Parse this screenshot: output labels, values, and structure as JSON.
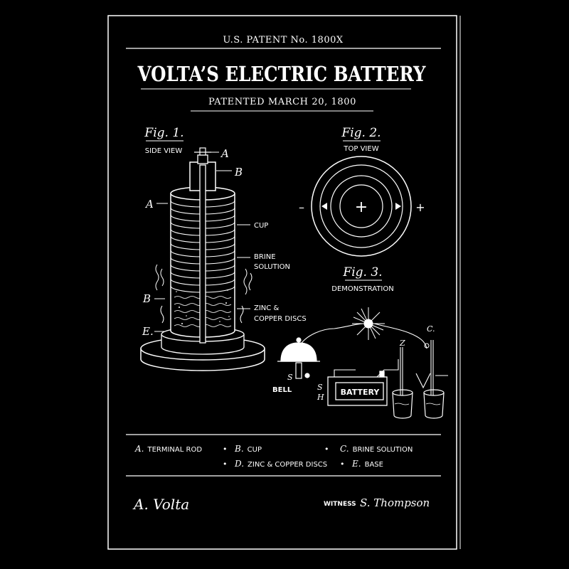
{
  "header": {
    "patent_number": "U.S. PATENT No. 1800X",
    "title": "VOLTA’S ELECTRIC BATTERY",
    "patent_date": "PATENTED MARCH 20, 1800"
  },
  "fig1": {
    "title": "Fig. 1.",
    "subtitle": "SIDE VIEW",
    "labels": {
      "a_top": "A",
      "b_top": "B",
      "a_left": "A",
      "b_left": "B",
      "e_left": "E.",
      "cup": "CUP",
      "brine_1": "BRINE",
      "brine_2": "SOLUTION",
      "zinc_1": "ZINC &",
      "zinc_2": "COPPER DISCS"
    }
  },
  "fig2": {
    "title": "Fig. 2.",
    "subtitle": "TOP VIEW",
    "minus": "–",
    "plus": "+",
    "center": "+"
  },
  "fig3": {
    "title": "Fig. 3.",
    "subtitle": "DEMONSTRATION",
    "bell": "BELL",
    "battery": "BATTERY",
    "s_top": "S",
    "sh_s": "S",
    "sh_h": "H",
    "z": "Z",
    "c": "C."
  },
  "legend": {
    "row1": [
      {
        "letter": "A.",
        "text": "TERMINAL ROD"
      },
      {
        "letter": "B.",
        "text": "CUP"
      },
      {
        "letter": "C.",
        "text": "BRINE SOLUTION"
      }
    ],
    "row2": [
      {
        "letter": "D.",
        "text": "ZINC & COPPER DISCS"
      },
      {
        "letter": "E.",
        "text": "BASE"
      }
    ],
    "bullet": "•"
  },
  "signatures": {
    "inventor": "A. Volta",
    "witness_label": "WITNESS",
    "witness": "S. Thompson"
  },
  "colors": {
    "background": "#000000",
    "ink": "#ffffff"
  }
}
